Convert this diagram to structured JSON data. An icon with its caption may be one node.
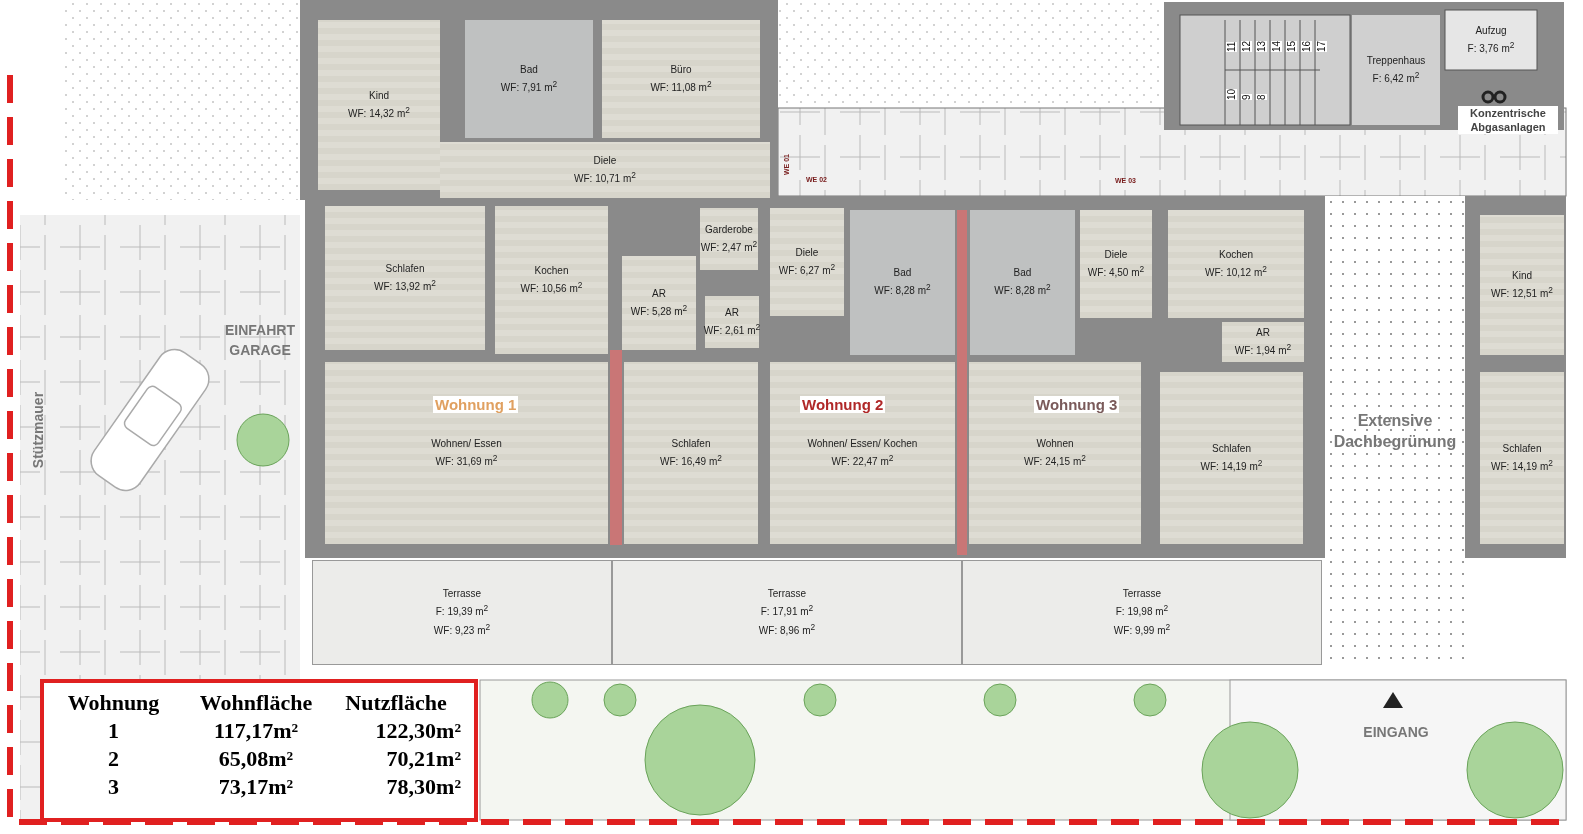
{
  "diagram": {
    "nodes": [
      {
        "text": [
          "Kind",
          "WF: 14,32 m$^{2}$"
        ]
      },
      {
        "text": [
          "Bad",
          "WF: 7,91 m$^{2}$"
        ]
      },
      {
        "text": [
          "Büro",
          "WF: 11,08 m$^{2}$"
        ]
      },
      {
        "text": [
          "Treppenhaus",
          "F: 6,42 m$^{2}$"
        ]
      },
      {
        "text": [
          "Aufzug",
          "F: 3,76 m$^{2}$"
        ]
      },
      {
        "text": [
          "Diele",
          "WF: 10,71 m$^{2}$"
        ]
      },
      {
        "text": [
          "Garderobe",
          "WF: 2,47 m$^{2}$"
        ]
      },
      {
        "text": [
          "Schlafen",
          "WF: 13,92 m$^{2}$"
        ]
      },
      {
        "text": [
          "Kochen",
          "WF: 10,56 m$^{2}$"
        ]
      },
      {
        "text": [
          "AR",
          "WF: 5,28 m$^{2}$"
        ]
      },
      {
        "text": [
          "AR",
          "WF: 2,61 m$^{2}$"
        ]
      },
      {
        "text": [
          "Diele",
          "WF: 6,27 m$^{2}$"
        ]
      },
      {
        "text": [
          "Bad",
          "WF: 8,28 m$^{2}$"
        ]
      },
      {
        "text": [
          "Bad",
          "WF: 8,28 m$^{2}$"
        ]
      },
      {
        "text": [
          "Diele",
          "WF: 4,50 m$^{2}$"
        ]
      },
      {
        "text": [
          "Kochen",
          "WF: 10,12 m$^{2}$"
        ]
      },
      {
        "text": [
          "AR",
          "WF: 1,94 m$^{2}$"
        ]
      },
      {
        "text": [
          "Kind",
          "WF: 12,51 m$^{2}$"
        ]
      },
      {
        "text": [
          "Wohnen/ Essen",
          "WF: 31,69 m$^{2}$"
        ]
      },
      {
        "text": [
          "Schlafen",
          "WF: 16,49 m$^{2}$"
        ]
      },
      {
        "text": [
          "Wohnen/ Essen/ Kochen",
          "WF: 22,47 m$^{2}$"
        ]
      },
      {
        "text": [
          "Wohnen",
          "WF: 24,15 m$^{2}$"
        ]
      },
      {
        "text": [
          "Schlafen",
          "WF: 14,19 m$^{2}$"
        ]
      },
      {
        "text": [
          "Schlafen",
          "WF: 14,19 m$^{2}$"
        ]
      },
      {
        "text": [
          "Terrasse",
          "F: 19,39 m$^{2}$",
          "WF: 9,23 m$^{2}$"
        ]
      },
      {
        "text": [
          "Terrasse",
          "F: 17,91 m$^{2}$",
          "WF: 8,96 m$^{2}$"
        ]
      },
      {
        "text": [
          "Terrasse",
          "F: 19,98 m$^{2}$",
          "WF: 9,99 m$^{2}$"
        ]
      },
      {
        "text": [
          "Extensive Dachbegrünung"
        ]
      }
    ],
    "labels": [
      "WE 01",
      "WE 02",
      "WE 03",
      "11",
      "12",
      "13",
      "14",
      "15",
      "16",
      "17",
      "10",
      "9",
      "8",
      "Konzentrische Abgasanlagen",
      "Wohnung 1",
      "Wohnung 2",
      "Wohnung 3",
      "EINFAHRT GARAGE",
      "Stützmauer",
      "EINGANG",
      "Wohnung",
      "Wohnfläche",
      "Nutzfläche",
      "1",
      "117,17m²",
      "122,30m²",
      "2",
      "65,08m²",
      "70,21m²",
      "3",
      "73,17m²",
      "78,30m²"
    ]
  }
}
